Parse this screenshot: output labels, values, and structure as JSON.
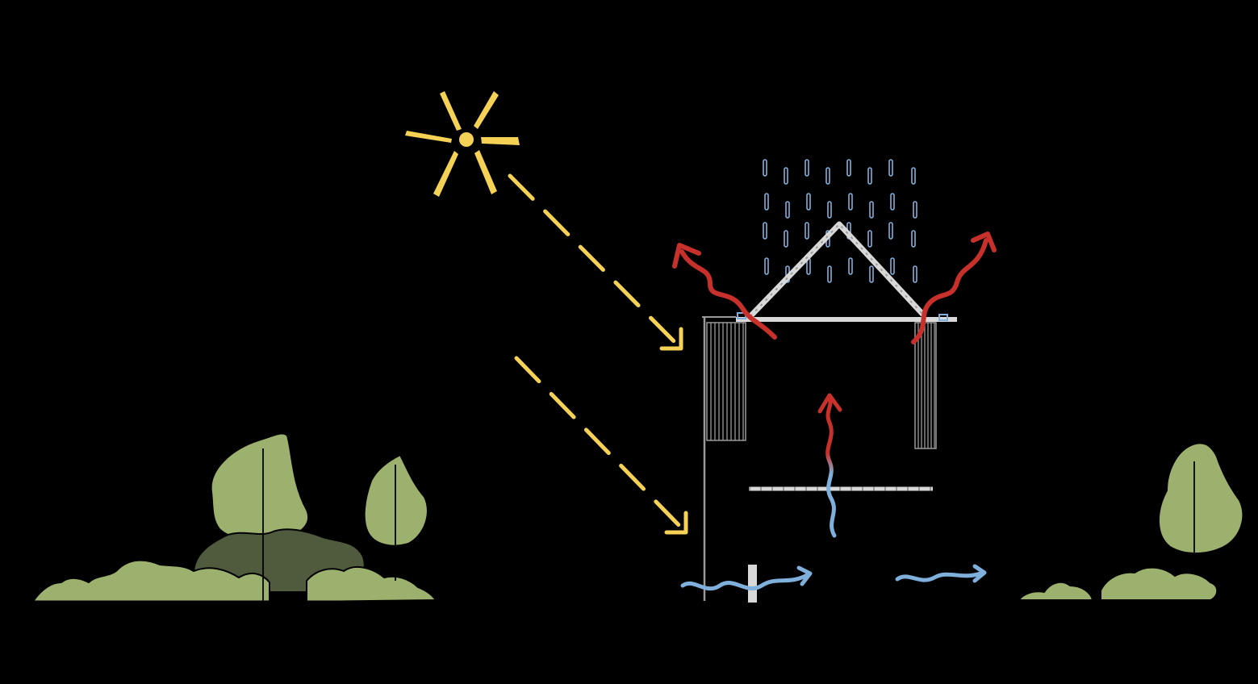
{
  "diagram": {
    "background": "#000000",
    "colors": {
      "sun": "#f5d255",
      "sunlight": "#f5d255",
      "rain": "#7fb0dc",
      "heat": "#c8302b",
      "cool_air": "#7fb0dc",
      "building": "#d8d8d8",
      "building_dim": "#9a9a9a",
      "foliage_light": "#9db16e",
      "foliage_dark": "#4f5b3c",
      "outline": "#000000"
    },
    "elements": [
      {
        "id": "sun",
        "icon": "sun-icon"
      },
      {
        "id": "sunlight-upper",
        "icon": "dashed-arrow-icon"
      },
      {
        "id": "sunlight-lower",
        "icon": "dashed-arrow-icon"
      },
      {
        "id": "rain",
        "icon": "rain-drops-icon"
      },
      {
        "id": "roof",
        "icon": "pitched-roof-icon"
      },
      {
        "id": "heat-left",
        "icon": "wavy-arrow-icon"
      },
      {
        "id": "heat-right",
        "icon": "wavy-arrow-icon"
      },
      {
        "id": "stack-ventilation",
        "icon": "wavy-arrow-icon"
      },
      {
        "id": "breeze-left",
        "icon": "wavy-arrow-icon"
      },
      {
        "id": "breeze-right",
        "icon": "wavy-arrow-icon"
      },
      {
        "id": "trees-left",
        "icon": "tree-icon"
      },
      {
        "id": "trees-right",
        "icon": "tree-icon"
      }
    ]
  }
}
